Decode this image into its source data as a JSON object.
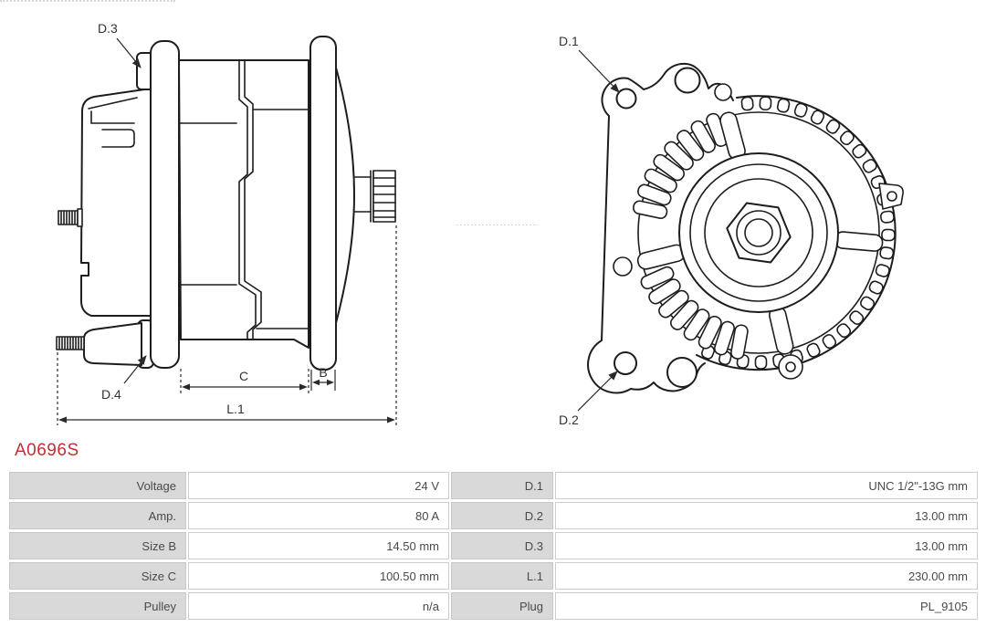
{
  "header": {
    "part_number": "A0696S"
  },
  "colors": {
    "accent_red": "#c62d33",
    "drawing_line": "#1d1d1d",
    "table_label_bg": "#d9d9d9"
  },
  "diagrams": {
    "side_view": {
      "description": "alternator side view with dimension callouts",
      "labels": {
        "d3": "D.3",
        "d4": "D.4",
        "c": "C",
        "b": "B",
        "l1": "L.1"
      }
    },
    "front_view": {
      "description": "alternator front view with mounting hole callouts",
      "labels": {
        "d1": "D.1",
        "d2": "D.2"
      }
    }
  },
  "spec_table": {
    "rows": [
      {
        "label_left": "Voltage",
        "value_left": "24 V",
        "label_right": "D.1",
        "value_right": "UNC 1/2\"-13G mm"
      },
      {
        "label_left": "Amp.",
        "value_left": "80 A",
        "label_right": "D.2",
        "value_right": "13.00 mm"
      },
      {
        "label_left": "Size B",
        "value_left": "14.50 mm",
        "label_right": "D.3",
        "value_right": "13.00 mm"
      },
      {
        "label_left": "Size C",
        "value_left": "100.50 mm",
        "label_right": "L.1",
        "value_right": "230.00 mm"
      },
      {
        "label_left": "Pulley",
        "value_left": "n/a",
        "label_right": "Plug",
        "value_right": "PL_9105"
      }
    ]
  }
}
